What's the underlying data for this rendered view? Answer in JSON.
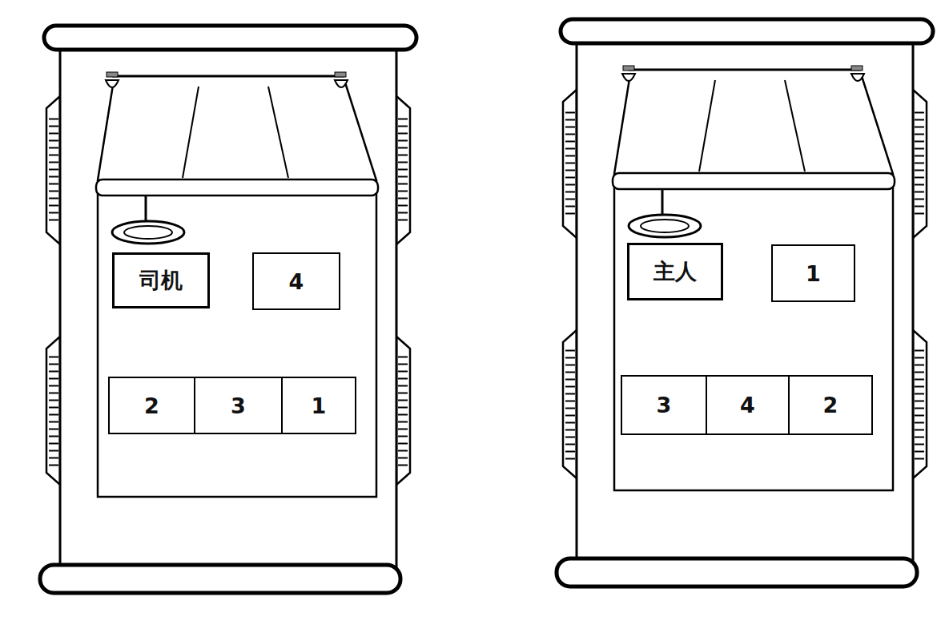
{
  "diagram": {
    "nodes": [
      {
        "text": [
          "司机"
        ]
      },
      {
        "text": [
          "4"
        ]
      },
      {
        "text": [
          "2"
        ]
      },
      {
        "text": [
          "3"
        ]
      },
      {
        "text": [
          "1"
        ]
      },
      {
        "text": [
          "主人"
        ]
      },
      {
        "text": [
          "1"
        ]
      },
      {
        "text": [
          "3"
        ]
      },
      {
        "text": [
          "4"
        ]
      },
      {
        "text": [
          "2"
        ]
      }
    ]
  }
}
